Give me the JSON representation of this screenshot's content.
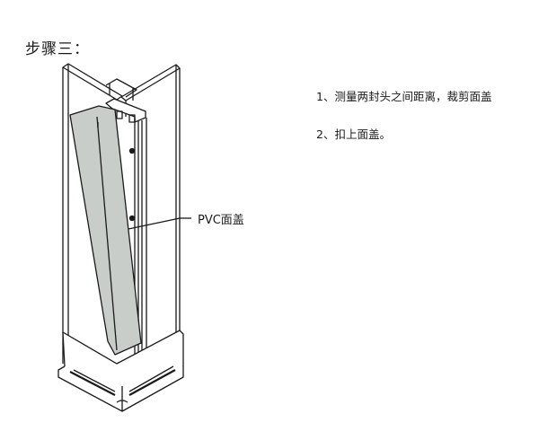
{
  "header": {
    "step_title": "步骤三："
  },
  "instructions": [
    {
      "text": "1、测量两封头之间距离，裁剪面盖"
    },
    {
      "text": "2、扣上面盖。"
    }
  ],
  "figure": {
    "callout_label": "PVC面盖",
    "colors": {
      "line": "#1a1a1a",
      "cover_fill": "#c9cdca",
      "panel_fill": "#ffffff"
    }
  }
}
